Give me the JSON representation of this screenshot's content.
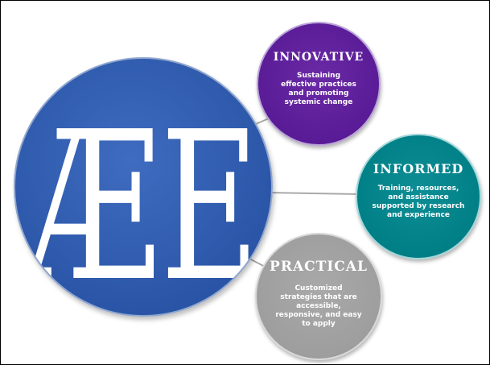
{
  "logo": {
    "text": "ÆE",
    "colors": {
      "circle": "#2b56a8",
      "letters": "#ffffff"
    }
  },
  "bubbles": [
    {
      "title": "INNOVATIVE",
      "description": "Sustaining effective practices and promoting systemic change",
      "color": "#5a1b97"
    },
    {
      "title": "INFORMED",
      "description": "Training, resources, and assistance supported by research and experience",
      "color": "#007f86"
    },
    {
      "title": "PRACTICAL",
      "description": "Customized strategies that are accessible, responsive, and easy to apply",
      "color": "#9e9e9e"
    }
  ]
}
